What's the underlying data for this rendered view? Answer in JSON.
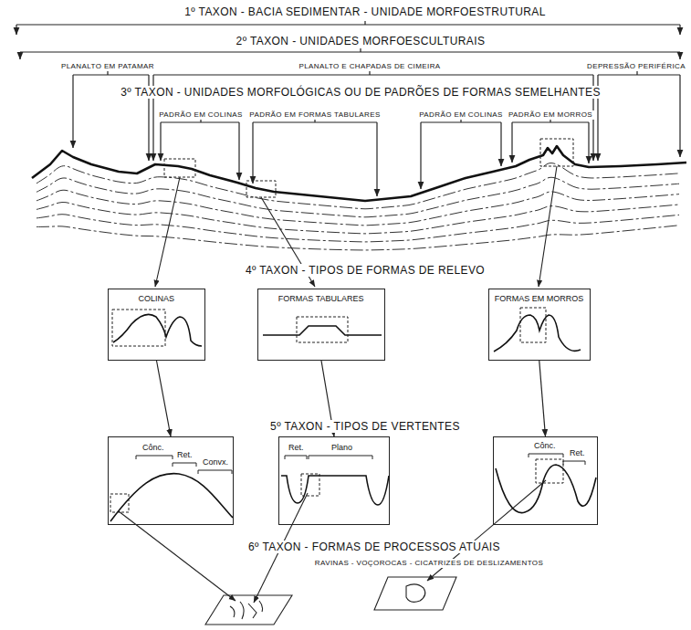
{
  "diagram": {
    "nodes": [
      {
        "text": [
          "COLINAS"
        ]
      },
      {
        "text": [
          "FORMAS TABULARES"
        ]
      },
      {
        "text": [
          "FORMAS EM MORROS"
        ]
      },
      {
        "text": [
          "Cônc.",
          "Ret.",
          "Convx."
        ]
      },
      {
        "text": [
          "Ret.",
          "Plano"
        ]
      },
      {
        "text": [
          "Cônc.",
          "Ret."
        ]
      }
    ],
    "edges": [
      {
        "from": 0,
        "to": 3,
        "arrow": "to"
      },
      {
        "from": 1,
        "to": 4,
        "arrow": "to"
      },
      {
        "from": 2,
        "to": 5,
        "arrow": "to"
      }
    ],
    "labels": [
      "1º TAXON - BACIA SEDIMENTAR - UNIDADE MORFOESTRUTURAL",
      "2º TAXON - UNIDADES MORFOESCULTURAIS",
      "PLANALTO EM PATAMAR",
      "PLANALTO E CHAPADAS DE CIMEIRA",
      "DEPRESSÃO PERIFÉRICA",
      "3º TAXON - UNIDADES MORFOLÓGICAS OU DE PADRÕES DE FORMAS SEMELHANTES",
      "PADRÃO EM COLINAS",
      "PADRÃO EM FORMAS TABULARES",
      "PADRÃO EM COLINAS",
      "PADRÃO EM MORROS",
      "4º TAXON - TIPOS DE FORMAS DE RELEVO",
      "5º TAXON - TIPOS DE VERTENTES",
      "6º TAXON - FORMAS DE PROCESSOS ATUAIS",
      "RAVINAS - VOÇOROCAS - CICATRIZES DE DESLIZAMENTOS"
    ]
  }
}
